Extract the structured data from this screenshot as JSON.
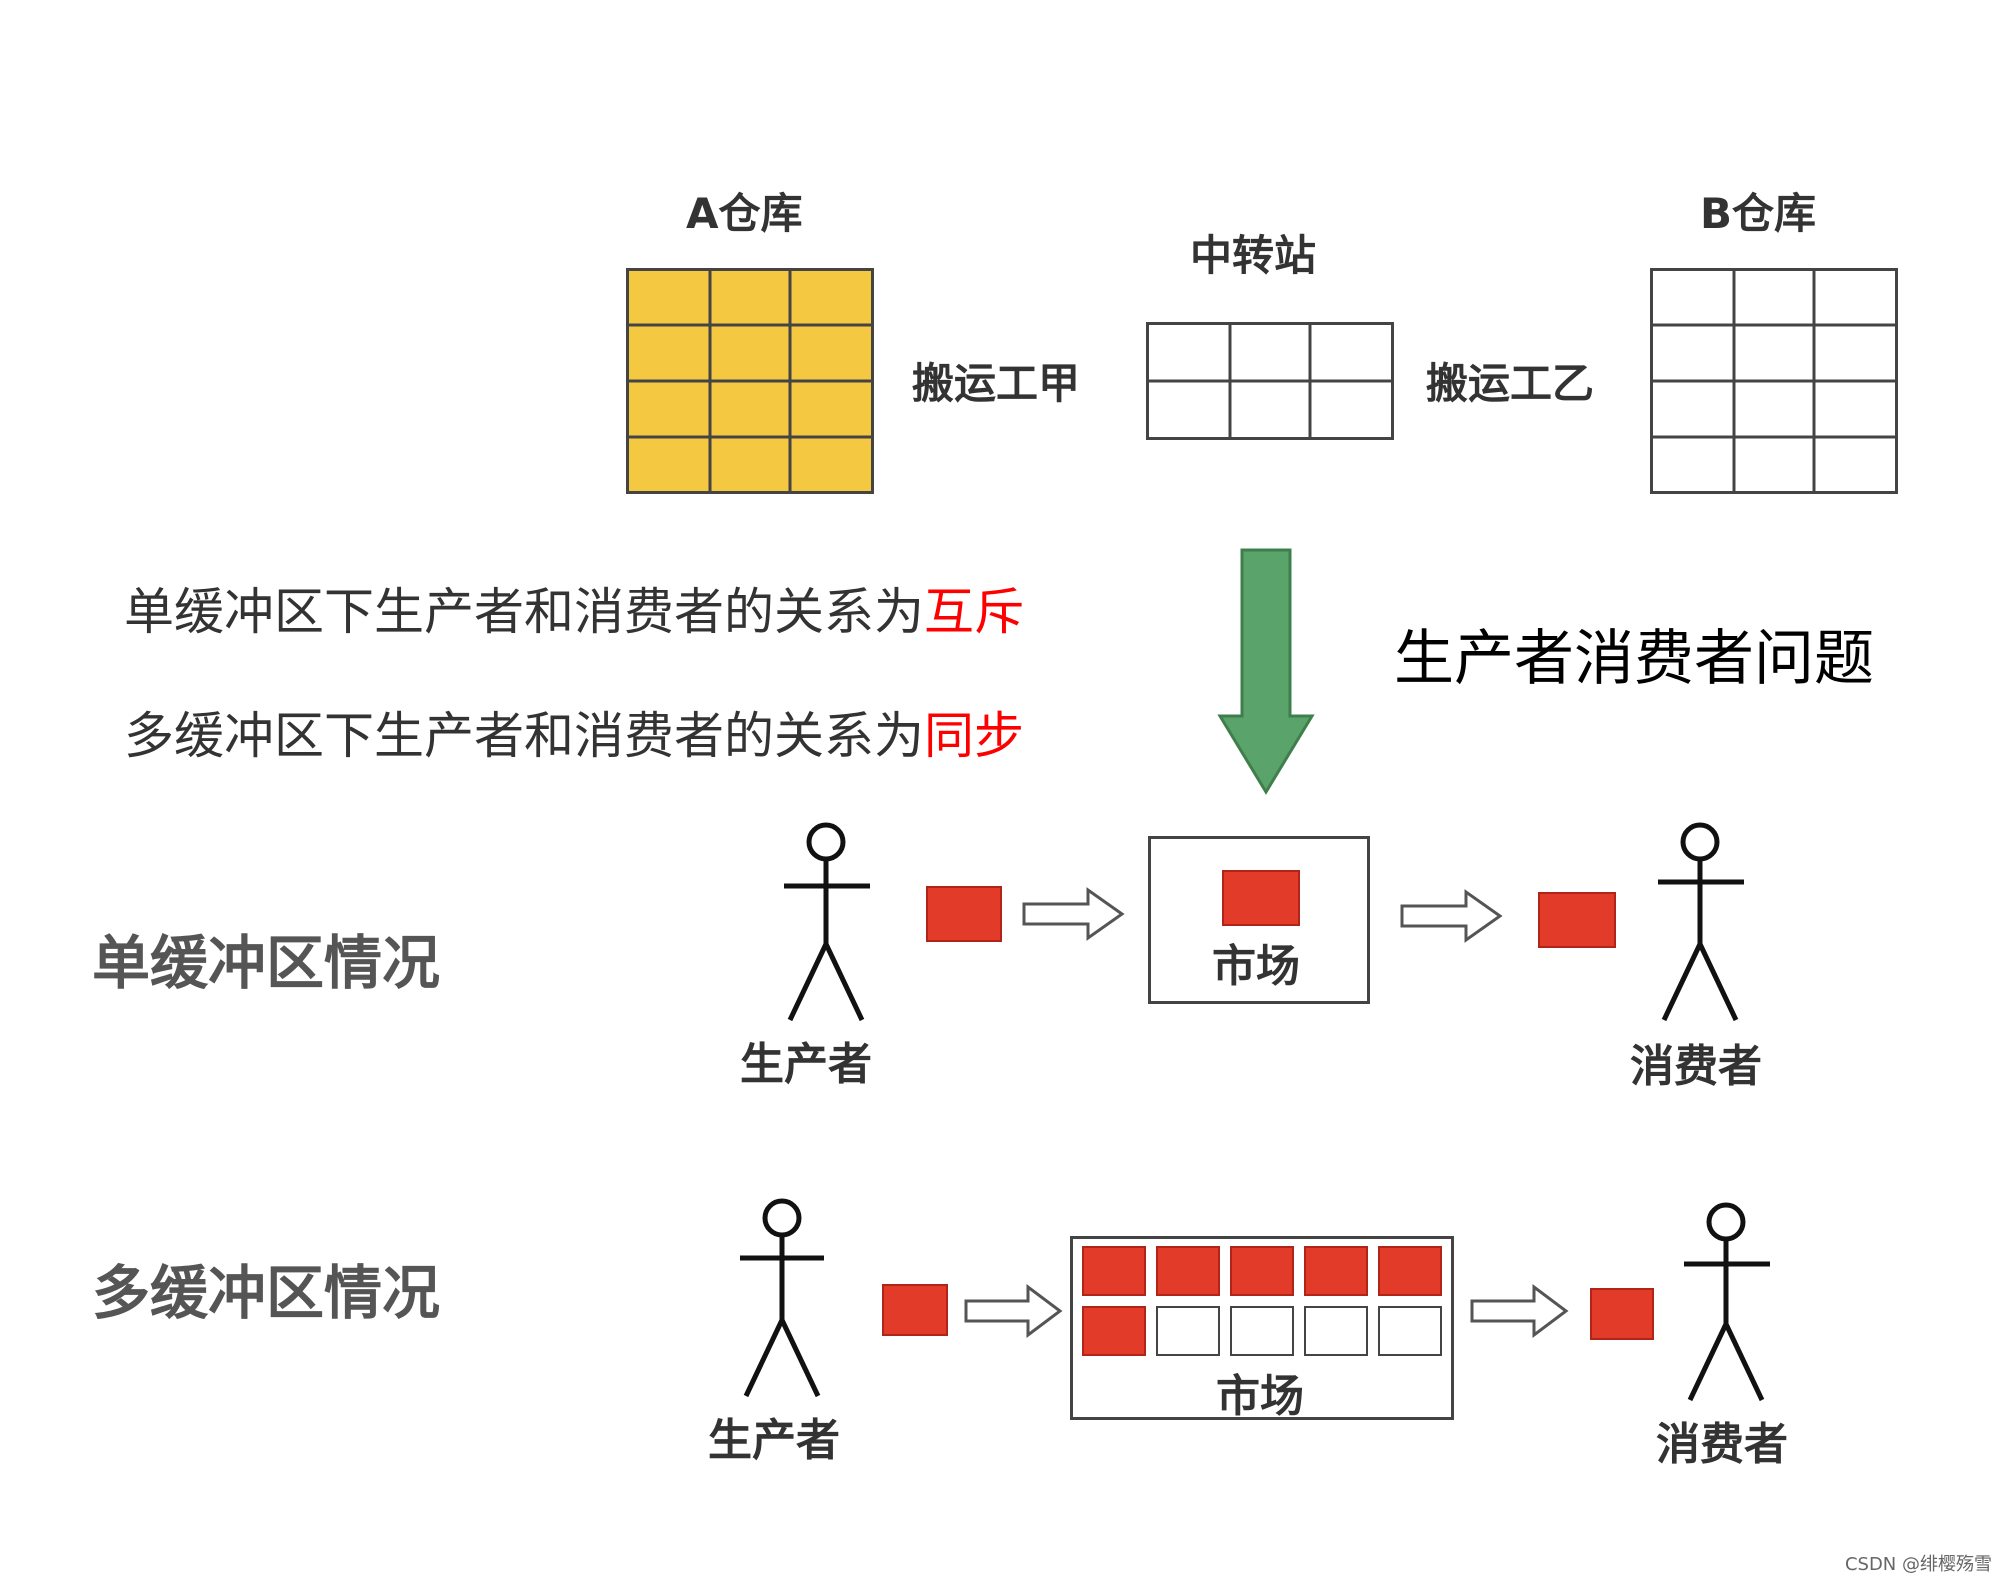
{
  "top": {
    "warehouse_a": "A仓库",
    "transfer_station": "中转站",
    "warehouse_b": "B仓库",
    "worker_a": "搬运工甲",
    "worker_b": "搬运工乙"
  },
  "statements": {
    "single_prefix": "单缓冲区下生产者和消费者的关系为",
    "single_relation": "互斥",
    "multi_prefix": "多缓冲区下生产者和消费者的关系为",
    "multi_relation": "同步"
  },
  "problem_title": "生产者消费者问题",
  "single": {
    "section": "单缓冲区情况",
    "producer": "生产者",
    "market": "市场",
    "consumer": "消费者"
  },
  "multi": {
    "section": "多缓冲区情况",
    "producer": "生产者",
    "market": "市场",
    "consumer": "消费者"
  },
  "colors": {
    "warehouse_fill": "#f5c842",
    "item_red": "#e23b2a",
    "arrow_green": "#5aa36a",
    "relation_red": "#ff0000"
  },
  "watermark": "CSDN @绯樱殇雪"
}
